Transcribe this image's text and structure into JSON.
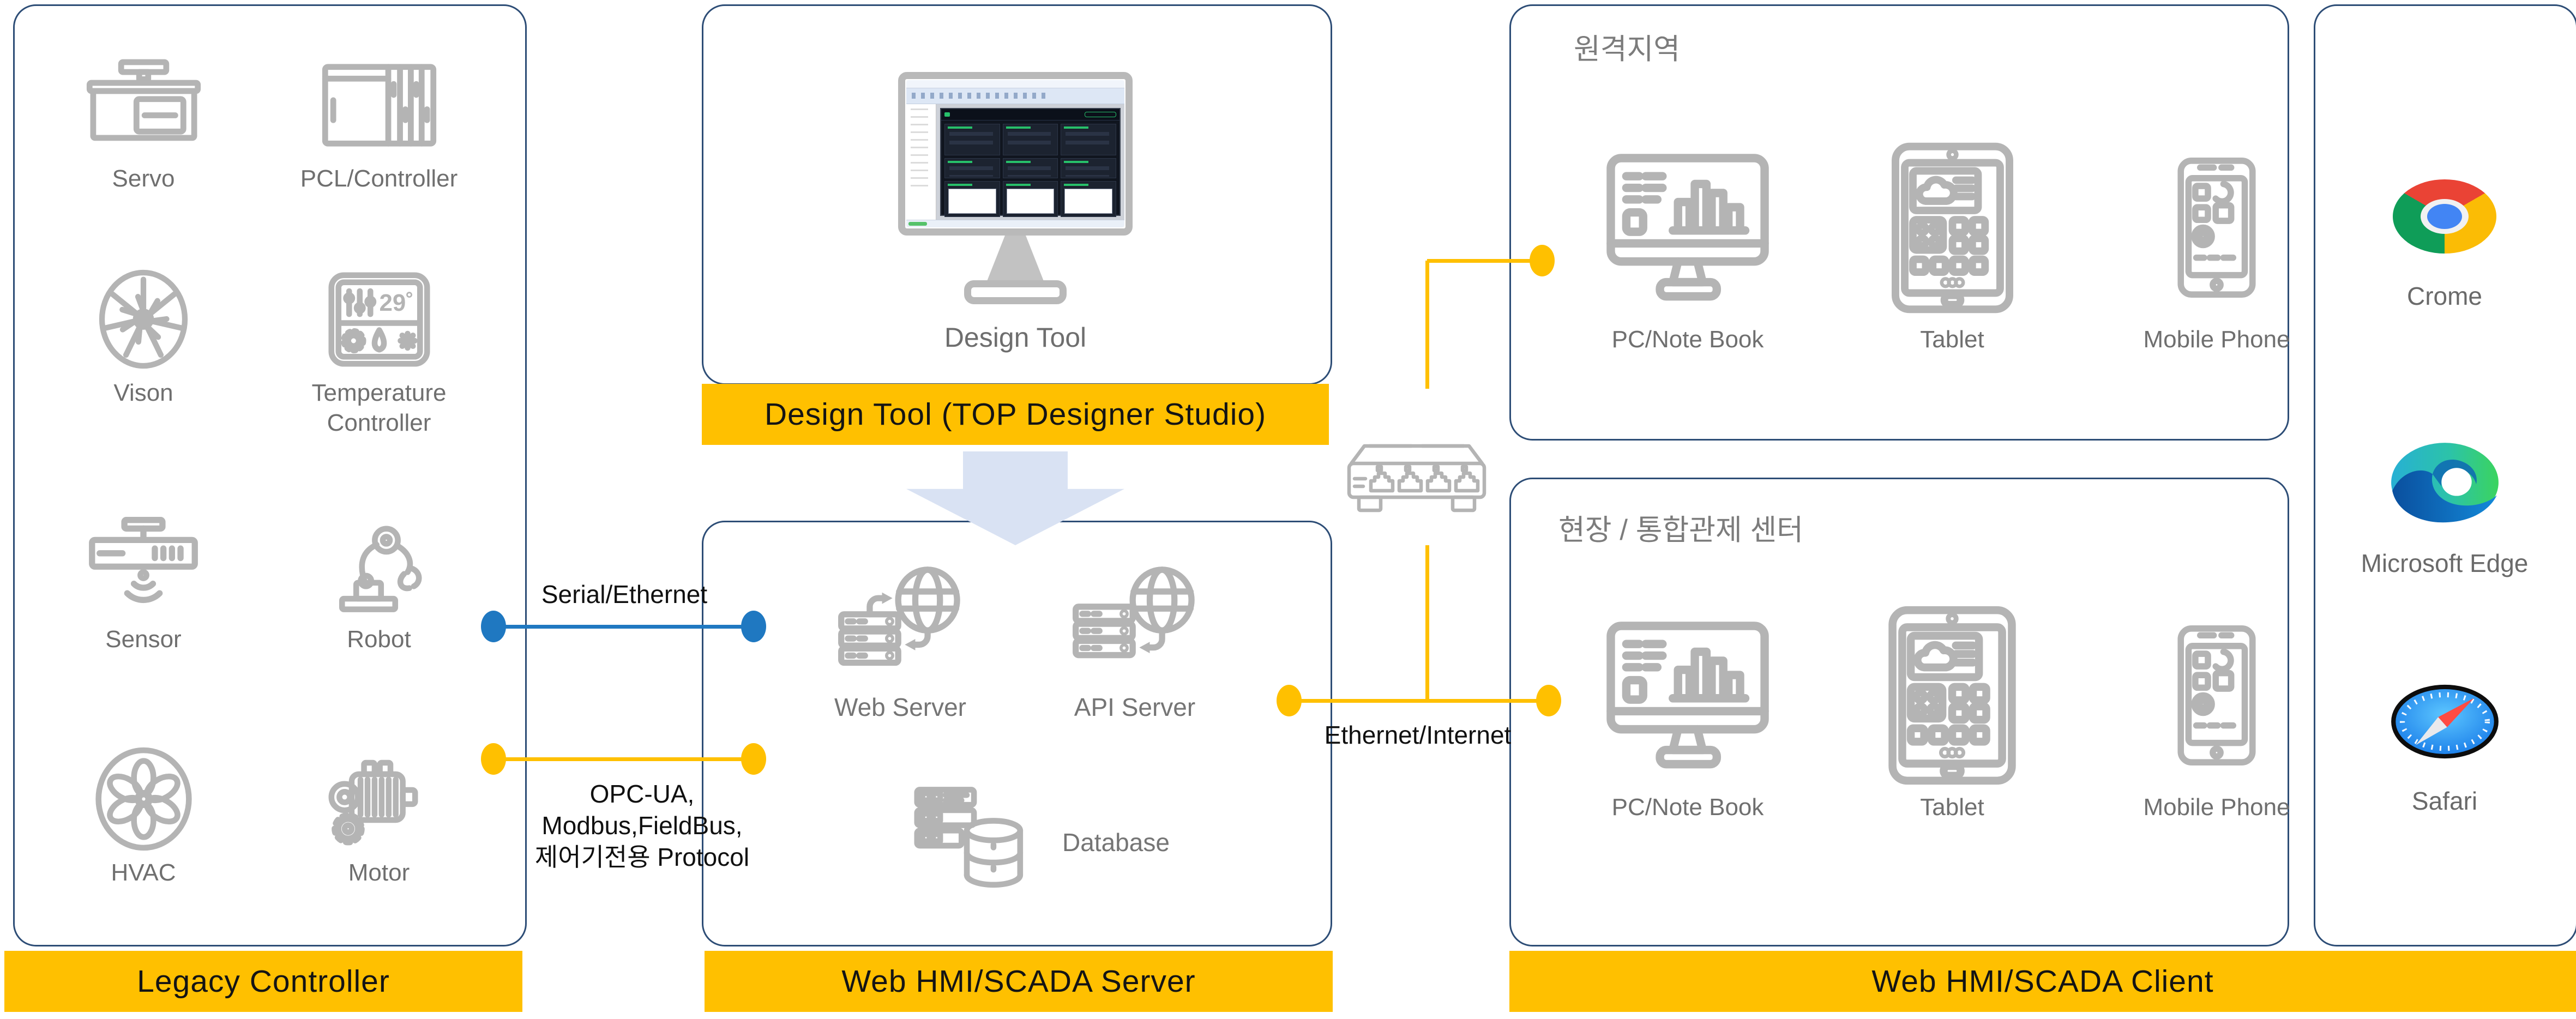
{
  "colors": {
    "accent_gold": "#FFC000",
    "line_blue": "#1F78C1",
    "panel_border_navy": "#2D4D76",
    "icon_gray": "#B4B4B4",
    "label_gray": "#6F6F6F",
    "arrow_fill": "#D9E2F3"
  },
  "legacy": {
    "banner": "Legacy Controller",
    "devices": [
      {
        "label": "Servo",
        "icon": "servo-icon"
      },
      {
        "label": "PCL/Controller",
        "icon": "plc-controller-icon"
      },
      {
        "label": "Vison",
        "icon": "vision-camera-icon"
      },
      {
        "label": "Temperature Controller",
        "icon": "temperature-controller-icon"
      },
      {
        "label": "Sensor",
        "icon": "sensor-icon"
      },
      {
        "label": "Robot",
        "icon": "robot-arm-icon"
      },
      {
        "label": "HVAC",
        "icon": "hvac-fan-icon"
      },
      {
        "label": "Motor",
        "icon": "motor-icon"
      }
    ]
  },
  "design": {
    "caption": "Design Tool",
    "banner": "Design Tool (TOP Designer Studio)"
  },
  "server": {
    "banner": "Web HMI/SCADA Server",
    "web_server": "Web Server",
    "api_server": "API Server",
    "database": "Database"
  },
  "client": {
    "banner": "Web HMI/SCADA Client",
    "remote": {
      "title": "원격지역",
      "devices": [
        {
          "label": "PC/Note Book",
          "icon": "pc-monitor-icon"
        },
        {
          "label": "Tablet",
          "icon": "tablet-icon"
        },
        {
          "label": "Mobile Phone",
          "icon": "mobile-phone-icon"
        }
      ]
    },
    "site": {
      "title": "현장 / 통합관제 센터",
      "devices": [
        {
          "label": "PC/Note Book",
          "icon": "pc-monitor-icon"
        },
        {
          "label": "Tablet",
          "icon": "tablet-icon"
        },
        {
          "label": "Mobile Phone",
          "icon": "mobile-phone-icon"
        }
      ]
    }
  },
  "browsers": [
    {
      "label": "Crome",
      "icon": "chrome-icon"
    },
    {
      "label": "Microsoft Edge",
      "icon": "edge-icon"
    },
    {
      "label": "Safari",
      "icon": "safari-icon"
    }
  ],
  "connections": {
    "serial_ethernet": "Serial/Ethernet",
    "opc_line1": "OPC-UA,",
    "opc_line2": "Modbus,FieldBus,",
    "opc_line3": "제어기전용 Protocol",
    "ethernet_internet": "Ethernet/Internet",
    "switch_icon": "network-switch-icon"
  }
}
